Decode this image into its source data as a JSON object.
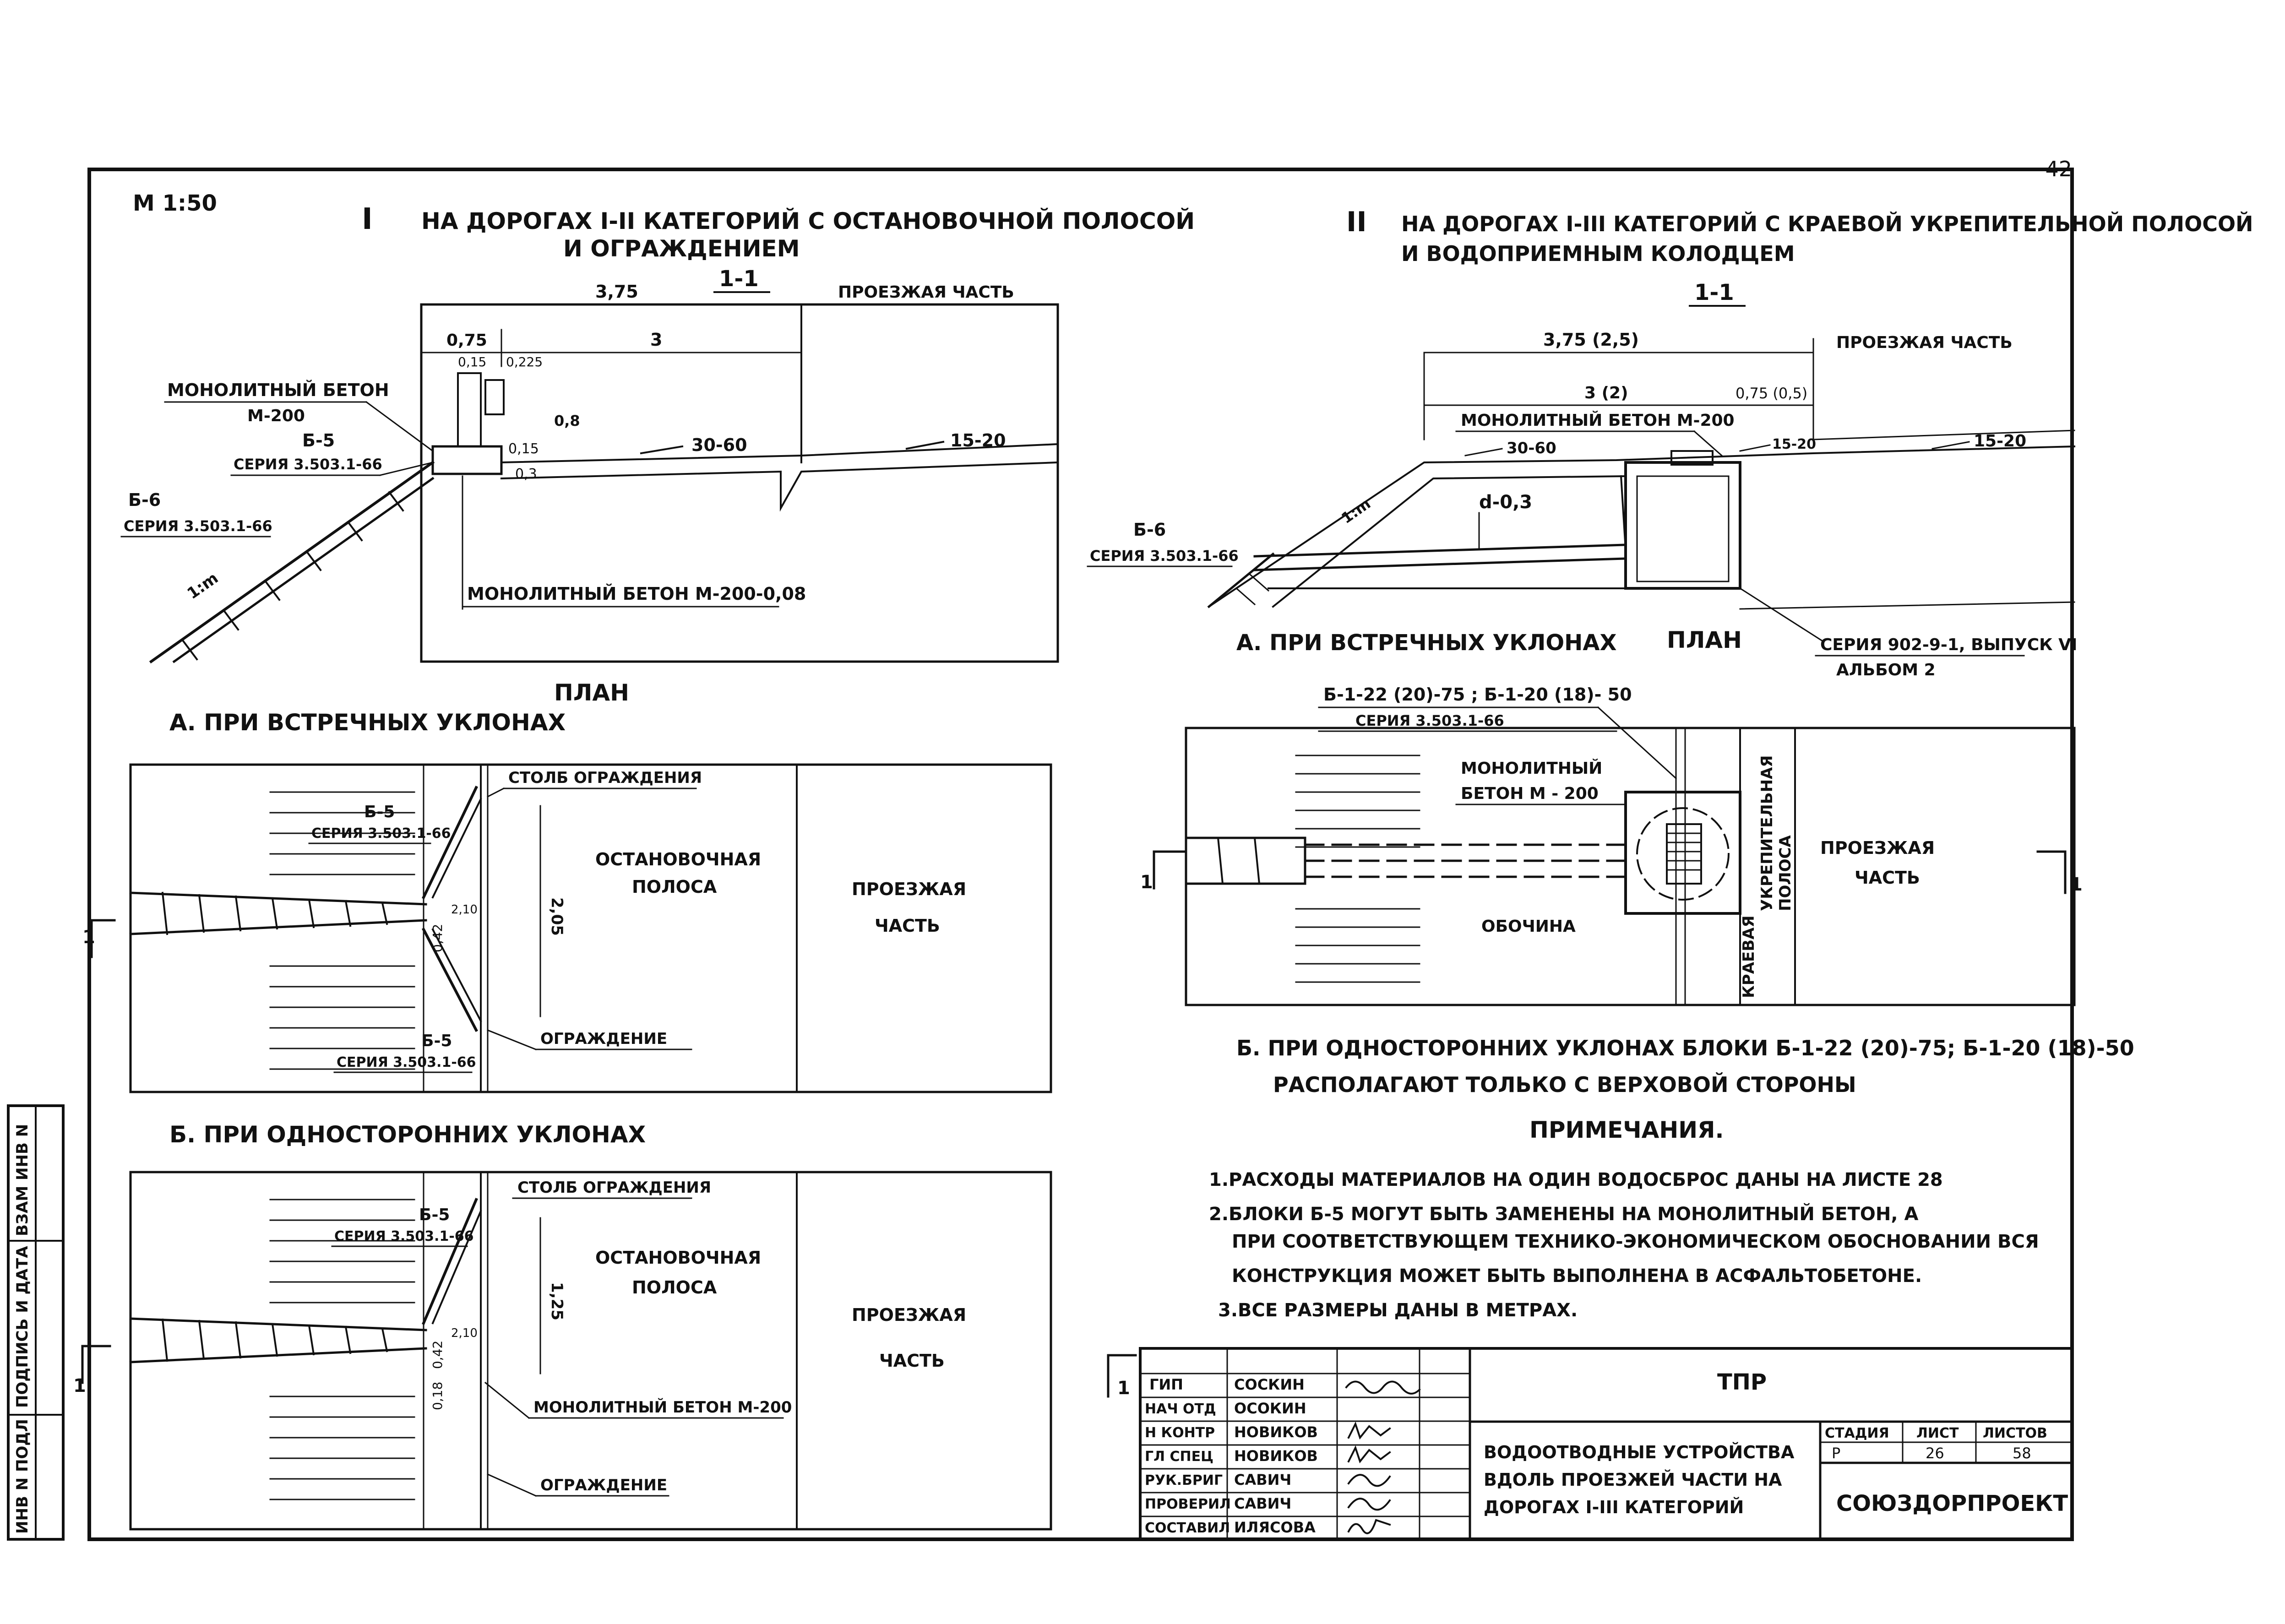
{
  "sheet": {
    "number": "42",
    "scale": "М 1:50"
  },
  "section1": {
    "roman": "I",
    "title_line1": "НА ДОРОГАХ I-II КАТЕГОРИЙ С ОСТАНОВОЧНОЙ ПОЛОСОЙ",
    "title_line2": "И ОГРАЖДЕНИЕМ",
    "cut": "1-1",
    "dim_total": "3,75",
    "dim_a": "0,75",
    "dim_b": "3",
    "dim_c": "0,15",
    "dim_d": "0,225",
    "dim_e": "0,8",
    "dim_f": "0,15",
    "dim_g": "0,3",
    "carriageway": "ПРОЕЗЖАЯ ЧАСТЬ",
    "slope1": "30-60",
    "slope2": "15-20",
    "slope_bank": "1:m",
    "label_concrete1": "МОНОЛИТНЫЙ БЕТОН",
    "label_concrete2": "М-200",
    "label_b5": "Б-5",
    "label_series1": "СЕРИЯ 3.503.1-66",
    "label_b6": "Б-6",
    "label_series2": "СЕРИЯ 3.503.1-66",
    "label_concrete3": "МОНОЛИТНЫЙ БЕТОН М-200-0,08"
  },
  "plan1": {
    "title": "ПЛАН",
    "subA": "А. ПРИ ВСТРЕЧНЫХ УКЛОНАХ",
    "post": "СТОЛБ ОГРАЖДЕНИЯ",
    "b5_top": "Б-5",
    "series_top": "СЕРИЯ 3.503.1-66",
    "stop_lane1": "ОСТАНОВОЧНАЯ",
    "stop_lane2": "ПОЛОСА",
    "carriage1": "ПРОЕЗЖАЯ",
    "carriage2": "ЧАСТЬ",
    "dim_205": "2,05",
    "dim_042": "0,42",
    "dim_010": "2,10",
    "fence": "ОГРАЖДЕНИЕ",
    "b5_bot": "Б-5",
    "series_bot": "СЕРИЯ 3.503.1-66",
    "cut_mark": "1"
  },
  "plan1b": {
    "subB": "Б. ПРИ ОДНОСТОРОННИХ УКЛОНАХ",
    "post": "СТОЛБ ОГРАЖДЕНИЯ",
    "b5": "Б-5",
    "series": "СЕРИЯ 3.503.1-66",
    "stop_lane1": "ОСТАНОВОЧНАЯ",
    "stop_lane2": "ПОЛОСА",
    "carriage1": "ПРОЕЗЖАЯ",
    "carriage2": "ЧАСТЬ",
    "dim_125": "1,25",
    "dim_042": "0,42",
    "dim_010": "2,10",
    "dim_018": "0,18",
    "concrete": "МОНОЛИТНЫЙ БЕТОН М-200",
    "fence": "ОГРАЖДЕНИЕ",
    "cut_mark": "1"
  },
  "section2": {
    "roman": "II",
    "title_line1": "НА ДОРОГАХ I-III КАТЕГОРИЙ С КРАЕВОЙ УКРЕПИТЕЛЬНОЙ ПОЛОСОЙ",
    "title_line2": "И ВОДОПРИЕМНЫМ КОЛОДЦЕМ",
    "cut": "1-1",
    "dim_total": "3,75 (2,5)",
    "dim_a": "3 (2)",
    "dim_b": "0,75 (0,5)",
    "carriageway": "ПРОЕЗЖАЯ ЧАСТЬ",
    "concrete": "МОНОЛИТНЫЙ БЕТОН М-200",
    "slope1": "30-60",
    "slope2": "15-20",
    "slope3": "15-20",
    "slope_bank": "1:m",
    "pipe": "d-0,3",
    "label_b6": "Б-6",
    "label_series": "СЕРИЯ 3.503.1-66",
    "well_series": "СЕРИЯ 902-9-1, ВЫПУСК VI",
    "well_album": "АЛЬБОМ 2"
  },
  "plan2": {
    "subA": "А. ПРИ ВСТРЕЧНЫХ УКЛОНАХ",
    "title": "ПЛАН",
    "blocks": "Б-1-22 (20)-75 ; Б-1-20 (18)- 50",
    "series": "СЕРИЯ 3.503.1-66",
    "concrete1": "МОНОЛИТНЫЙ",
    "concrete2": "БЕТОН М - 200",
    "shoulder": "ОБОЧИНА",
    "edge_strip1": "КРАЕВАЯ",
    "edge_strip2": "УКРЕПИТЕЛЬНАЯ",
    "edge_strip3": "ПОЛОСА",
    "carriage1": "ПРОЕЗЖАЯ",
    "carriage2": "ЧАСТЬ",
    "cut_mark": "1"
  },
  "plan2b": {
    "line1": "Б. ПРИ ОДНОСТОРОННИХ УКЛОНАХ БЛОКИ Б-1-22 (20)-75; Б-1-20 (18)-50",
    "line2": "РАСПОЛАГАЮТ ТОЛЬКО С ВЕРХОВОЙ СТОРОНЫ"
  },
  "notes": {
    "title": "ПРИМЕЧАНИЯ.",
    "n1": "1.РАСХОДЫ МАТЕРИАЛОВ НА ОДИН ВОДОСБРОС ДАНЫ НА ЛИСТЕ 28",
    "n2a": "2.БЛОКИ Б-5 МОГУТ БЫТЬ ЗАМЕНЕНЫ НА МОНОЛИТНЫЙ БЕТОН, А",
    "n2b": "ПРИ СООТВЕТСТВУЮЩЕМ ТЕХНИКО-ЭКОНОМИЧЕСКОМ ОБОСНОВАНИИ ВСЯ",
    "n2c": "КОНСТРУКЦИЯ МОЖЕТ БЫТЬ ВЫПОЛНЕНА В АСФАЛЬТОБЕТОНЕ.",
    "n3": "3.ВСЕ РАЗМЕРЫ ДАНЫ В МЕТРАХ."
  },
  "stamp": {
    "project": "ТПР",
    "roles": [
      "ГИП",
      "НАЧ ОТД",
      "Н КОНТР",
      "ГЛ СПЕЦ",
      "РУК.БРИГ",
      "ПРОВЕРИЛ",
      "СОСТАВИЛ"
    ],
    "names": [
      "СОСКИН",
      "ОСОКИН",
      "НОВИКОВ",
      "НОВИКОВ",
      "САВИЧ",
      "САВИЧ",
      "ИЛЯСОВА"
    ],
    "desc1": "ВОДООТВОДНЫЕ УСТРОЙСТВА",
    "desc2": "ВДОЛЬ ПРОЕЗЖЕЙ ЧАСТИ НА",
    "desc3": "ДОРОГАХ I-III КАТЕГОРИЙ",
    "stage_label": "СТАДИЯ",
    "sheet_label": "ЛИСТ",
    "sheets_label": "ЛИСТОВ",
    "stage": "Р",
    "sheet": "26",
    "sheets": "58",
    "org": "СОЮЗДОРПРОЕКТ"
  },
  "sidebar": {
    "f1": "ИНВ N ПОДЛ",
    "f2": "ПОДПИСЬ И ДАТА",
    "f3": "ВЗАМ ИНВ N"
  }
}
